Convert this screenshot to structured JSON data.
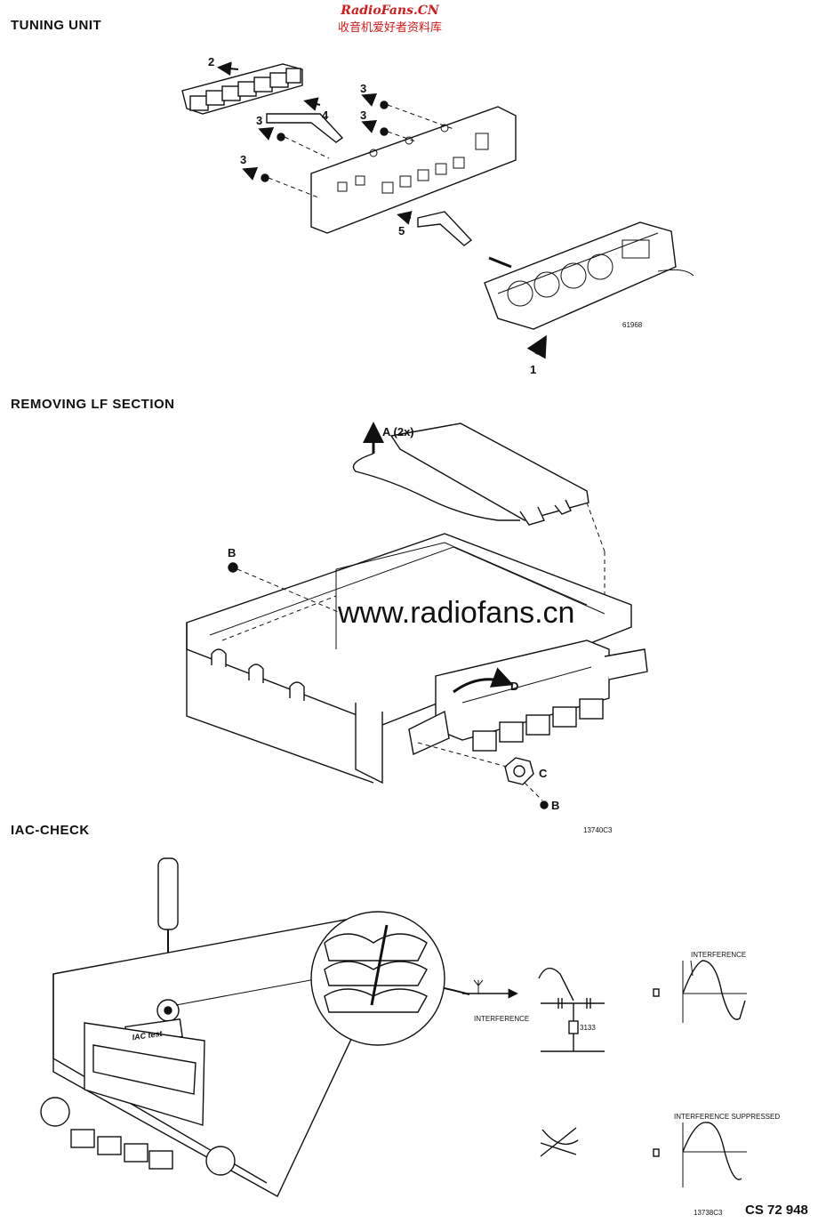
{
  "watermark": {
    "line1": "RadioFans.CN",
    "line2": "收音机爱好者资料库",
    "center": "www.radiofans.cn"
  },
  "sections": {
    "tuning_unit": {
      "title": "TUNING UNIT",
      "callouts": [
        "1",
        "2",
        "3",
        "3",
        "3",
        "3",
        "4",
        "5"
      ],
      "figure_code": "61968"
    },
    "lf_section": {
      "title": "REMOVING LF SECTION",
      "callouts": [
        "A (2x)",
        "B",
        "B",
        "C",
        "D"
      ],
      "figure_code": "13740C3"
    },
    "iac_check": {
      "title": "IAC-CHECK",
      "label_plate": "IAC test",
      "interference_1": "INTERFERENCE",
      "interference_2": "INTERFERENCE",
      "interference_suppressed": "INTERFERENCE SUPPRESSED",
      "component": "3133",
      "figure_code": "13738C3"
    }
  },
  "doc_code": "CS 72 948"
}
